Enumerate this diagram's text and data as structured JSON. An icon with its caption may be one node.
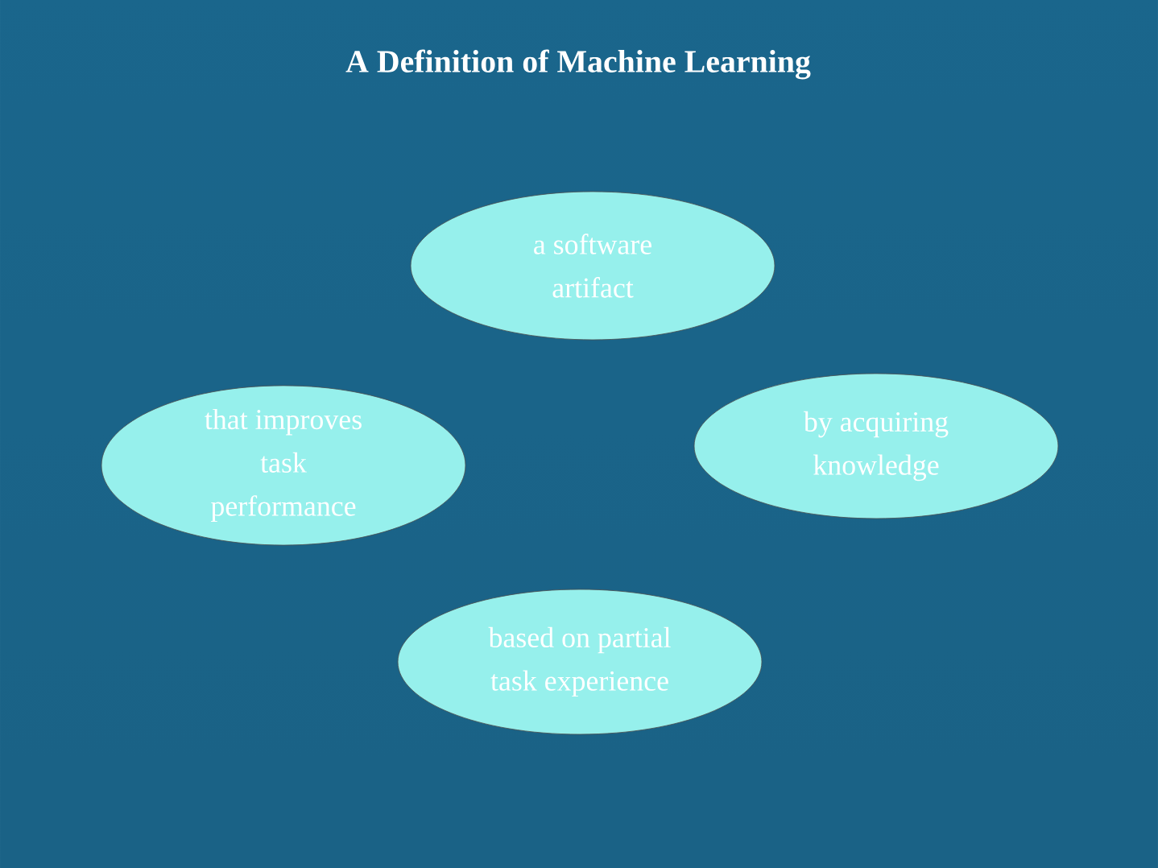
{
  "diagram": {
    "title": "A Definition of Machine Learning",
    "nodes": [
      {
        "text": [
          "a software artifact"
        ]
      },
      {
        "text": [
          "that improves task performance"
        ]
      },
      {
        "text": [
          "by acquiring knowledge"
        ]
      },
      {
        "text": [
          "based on partial task experience"
        ]
      }
    ]
  }
}
